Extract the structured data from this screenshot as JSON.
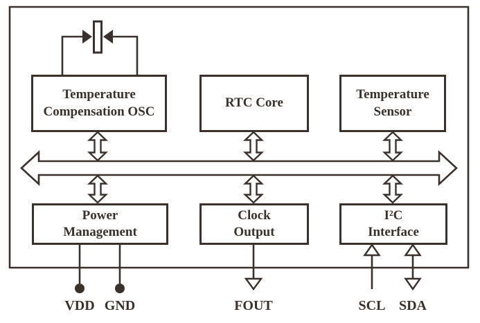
{
  "diagram": {
    "blocks": {
      "tco": {
        "line1": "Temperature",
        "line2": "Compensation OSC"
      },
      "rtc": {
        "line1": "RTC Core"
      },
      "tsensor": {
        "line1": "Temperature",
        "line2": "Sensor"
      },
      "power": {
        "line1": "Power",
        "line2": "Management"
      },
      "clock": {
        "line1": "Clock",
        "line2": "Output"
      },
      "i2c": {
        "line1": "I²C",
        "line2": "Interface"
      }
    },
    "pins": {
      "vdd": "VDD",
      "gnd": "GND",
      "fout": "FOUT",
      "scl": "SCL",
      "sda": "SDA"
    },
    "colors": {
      "ink": "#3a312c",
      "background": "#ffffff"
    }
  }
}
